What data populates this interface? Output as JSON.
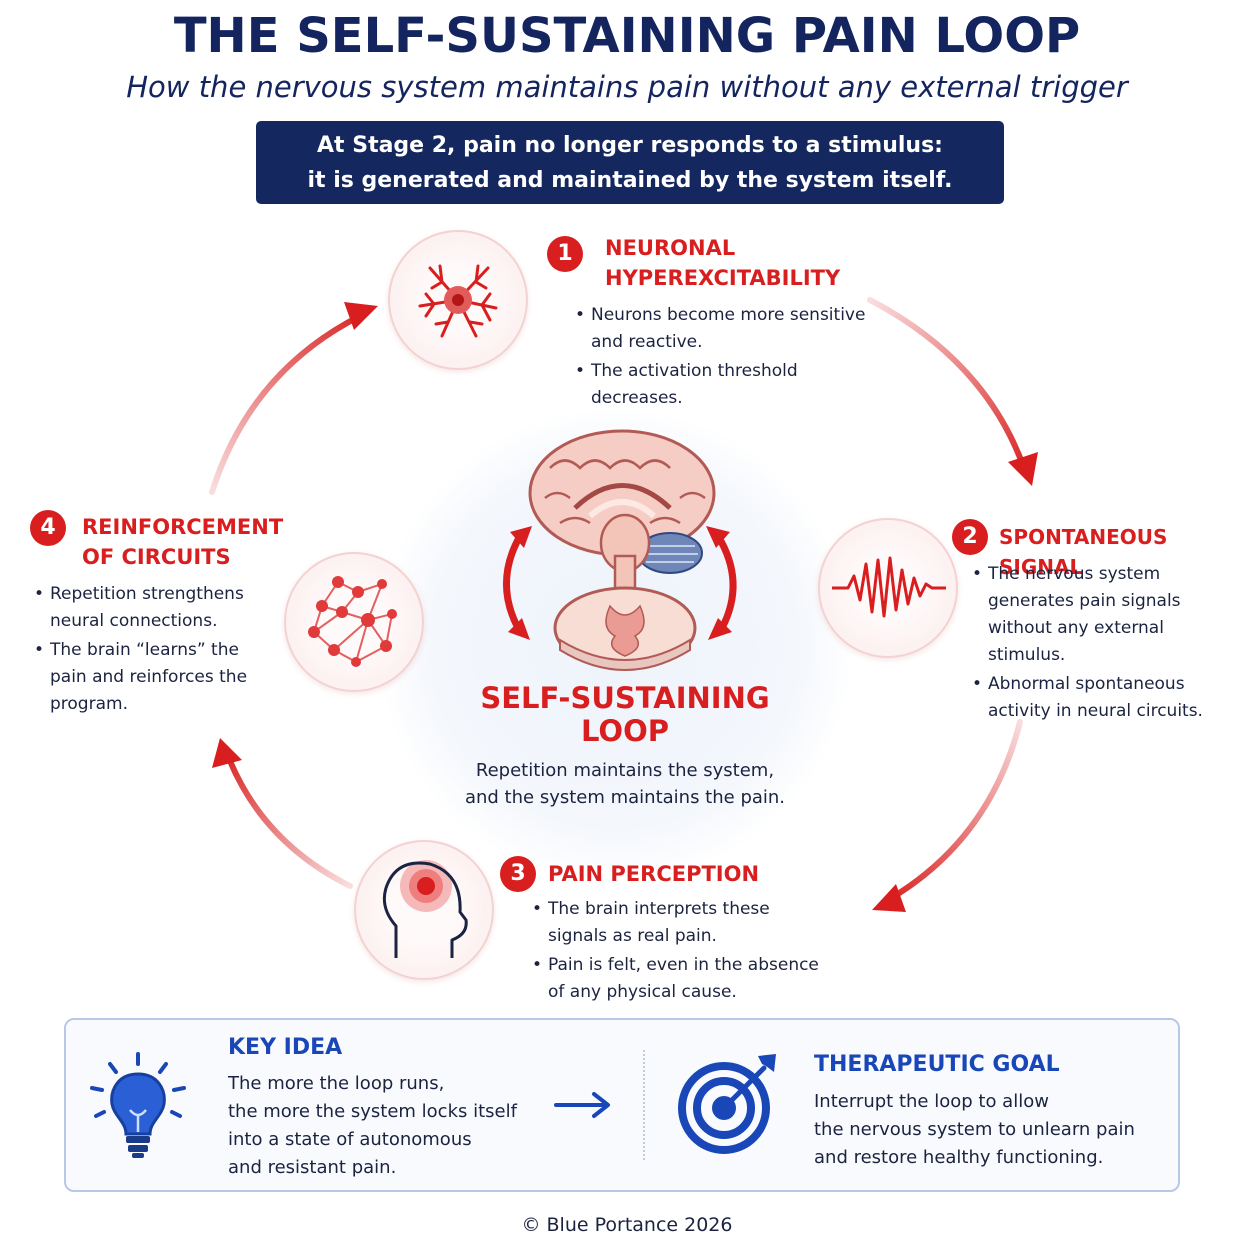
{
  "header": {
    "title": "THE SELF-SUSTAINING PAIN LOOP",
    "subtitle": "How the nervous system maintains pain without any external trigger"
  },
  "banner": {
    "line1": "At Stage 2, pain no longer responds to a stimulus:",
    "line2": "it is generated and maintained by the system itself."
  },
  "center": {
    "label_line1": "SELF-SUSTAINING",
    "label_line2": "LOOP",
    "text_line1": "Repetition maintains the system,",
    "text_line2": "and the system maintains the pain."
  },
  "stages": [
    {
      "number": "1",
      "title_line1": "NEURONAL",
      "title_line2": "HYPEREXCITABILITY",
      "icon": "neuron-icon",
      "bullets": [
        "Neurons become more sensitive and reactive.",
        "The activation threshold decreases."
      ]
    },
    {
      "number": "2",
      "title_line1": "SPONTANEOUS SIGNAL",
      "title_line2": "",
      "icon": "signal-wave-icon",
      "bullets": [
        "The nervous system generates pain signals without any external stimulus.",
        "Abnormal spontaneous activity in neural circuits."
      ]
    },
    {
      "number": "3",
      "title_line1": "PAIN PERCEPTION",
      "title_line2": "",
      "icon": "head-pain-icon",
      "bullets": [
        "The brain interprets these signals as real pain.",
        "Pain is felt, even in the absence of any physical cause."
      ]
    },
    {
      "number": "4",
      "title_line1": "REINFORCEMENT",
      "title_line2": "OF CIRCUITS",
      "icon": "network-icon",
      "bullets": [
        "Repetition strengthens neural connections.",
        "The brain “learns” the pain and reinforces the program."
      ]
    }
  ],
  "key_idea": {
    "heading": "KEY IDEA",
    "icon": "lightbulb-icon",
    "lines": [
      "The more the loop runs,",
      "the more the system locks itself",
      "into a state of autonomous",
      "and resistant pain."
    ]
  },
  "therapeutic_goal": {
    "heading": "THERAPEUTIC GOAL",
    "icon": "target-icon",
    "lines": [
      "Interrupt the loop to allow",
      "the nervous system to unlearn pain",
      "and restore healthy functioning."
    ]
  },
  "footer": {
    "text": "© Blue Portance 2026"
  },
  "colors": {
    "red": "#d81e1e",
    "navy": "#14245f",
    "blue": "#1a47b8"
  }
}
